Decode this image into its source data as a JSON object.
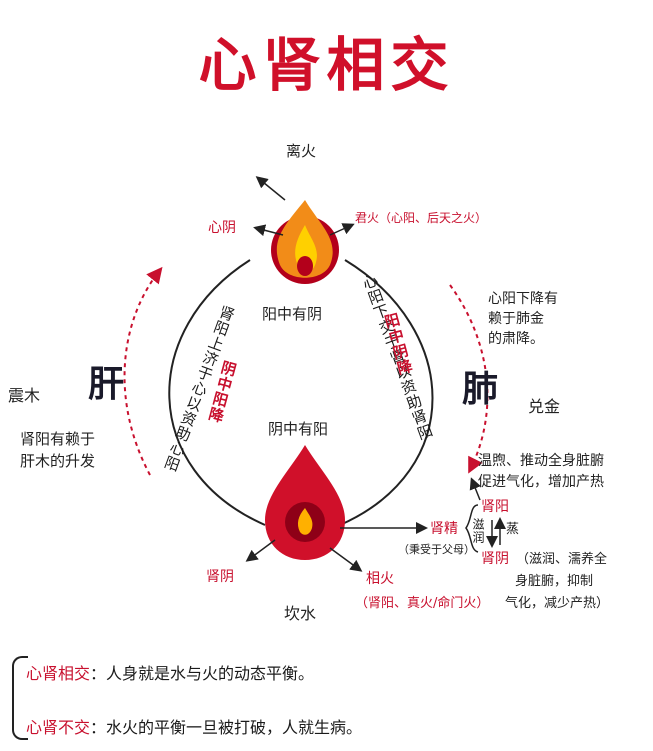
{
  "title": "心肾相交",
  "top": {
    "trigram_label": "离火",
    "heart_yin": "心阴",
    "heart_fire": "君火（心阳、后天之火）",
    "heart_center": "阳中有阴"
  },
  "left": {
    "trigram_label": "震木",
    "organ": "肝",
    "note_1": "肾阳有赖于",
    "note_2": "肝木的升发",
    "arc_text": "肾阳上济于心以资助心阳",
    "arc_red": "阴中阳降"
  },
  "right": {
    "trigram_label": "兑金",
    "organ": "肺",
    "note_1": "心阳下降有",
    "note_2": "赖于肺金",
    "note_3": "的肃降。",
    "arc_text": "心阳下交于肾以资助肾阳",
    "arc_red": "阳中阴降",
    "warm_1": "温煦、推动全身脏腑",
    "warm_2": "促进气化，增加产热"
  },
  "bottom": {
    "kidney_center": "阴中有阳",
    "kidney_yin": "肾阴",
    "trigram_label": "坎水",
    "xiang_huo": "相火",
    "xiang_huo_detail": "（肾阳、真火/命门火）",
    "kidney_essence": "肾精",
    "essence_note": "（秉受于父母）",
    "kidney_yang": "肾阳",
    "steam": "蒸",
    "nourish": "滋润",
    "kidney_yin_2": "肾阴",
    "yin_1": "（滋润、濡养全",
    "yin_2": "身脏腑，抑制",
    "yin_3": "气化，减少产热）"
  },
  "footer": {
    "term_1": "心肾相交",
    "desc_1": "：人身就是水与火的动态平衡。",
    "term_2": "心肾不交",
    "desc_2": "：水火的平衡一旦被打破，人就生病。"
  },
  "colors": {
    "red": "#c8102e",
    "dark_red": "#b3001b",
    "flame_orange": "#f28c18",
    "flame_yellow": "#ffd000"
  }
}
